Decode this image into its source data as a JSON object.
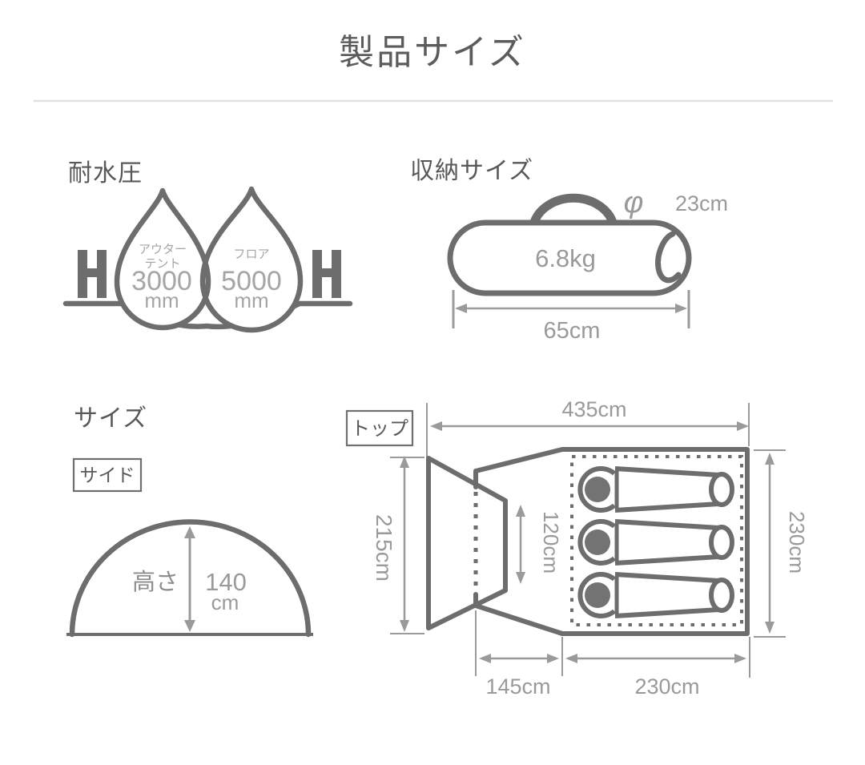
{
  "page": {
    "title": "製品サイズ"
  },
  "water_resistance": {
    "heading": "耐水圧",
    "outer_tent": {
      "label1": "アウター",
      "label2": "テント",
      "value": "3000",
      "unit": "mm"
    },
    "floor": {
      "label": "フロア",
      "value": "5000",
      "unit": "mm"
    }
  },
  "storage": {
    "heading": "収納サイズ",
    "weight": "6.8kg",
    "diameter_symbol": "φ",
    "diameter": "23cm",
    "length": "65cm"
  },
  "size": {
    "heading": "サイズ",
    "side_view": {
      "label": "サイド",
      "height_label": "高さ",
      "height_value": "140",
      "height_unit": "cm"
    },
    "top_view": {
      "label": "トップ",
      "total_width": "435cm",
      "front_width": "215cm",
      "door_width": "120cm",
      "right_depth": "230cm",
      "vestibule_length": "145cm",
      "inner_length": "230cm"
    }
  }
}
